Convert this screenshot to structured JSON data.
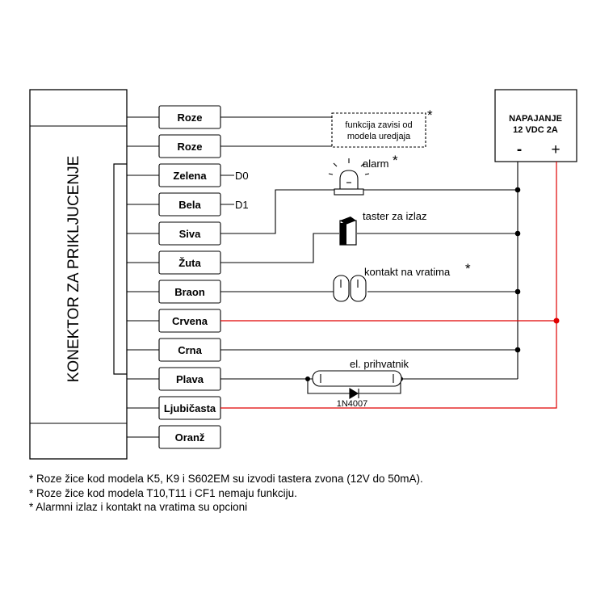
{
  "connector": {
    "title": "KONEKTOR ZA PRIKLJUCENJE",
    "pins": [
      "Roze",
      "Roze",
      "Zelena",
      "Bela",
      "Siva",
      "Žuta",
      "Braon",
      "Crvena",
      "Crna",
      "Plava",
      "Ljubičasta",
      "Oranž"
    ]
  },
  "signals": {
    "d0": "D0",
    "d1": "D1"
  },
  "function_box": {
    "line1": "funkcija zavisi od",
    "line2": "modela uredjaja",
    "star": "*"
  },
  "power": {
    "line1": "NAPAJANJE",
    "line2": "12 VDC 2A",
    "minus": "-",
    "plus": "+"
  },
  "devices": {
    "alarm": "alarm",
    "alarm_star": "*",
    "exit_button": "taster za izlaz",
    "door_contact": "kontakt na vratima",
    "door_contact_star": "*",
    "lock": "el. prihvatnik",
    "diode": "1N4007"
  },
  "colors": {
    "wire": "#000000",
    "power_wire": "#e00000"
  },
  "notes": [
    "* Roze žice kod modela K5, K9 i S602EM su izvodi tastera zvona (12V do 50mA).",
    "* Roze žice kod modela T10,T11 i CF1 nemaju funkciju.",
    "* Alarmni izlaz i kontakt na vratima su opcioni"
  ]
}
